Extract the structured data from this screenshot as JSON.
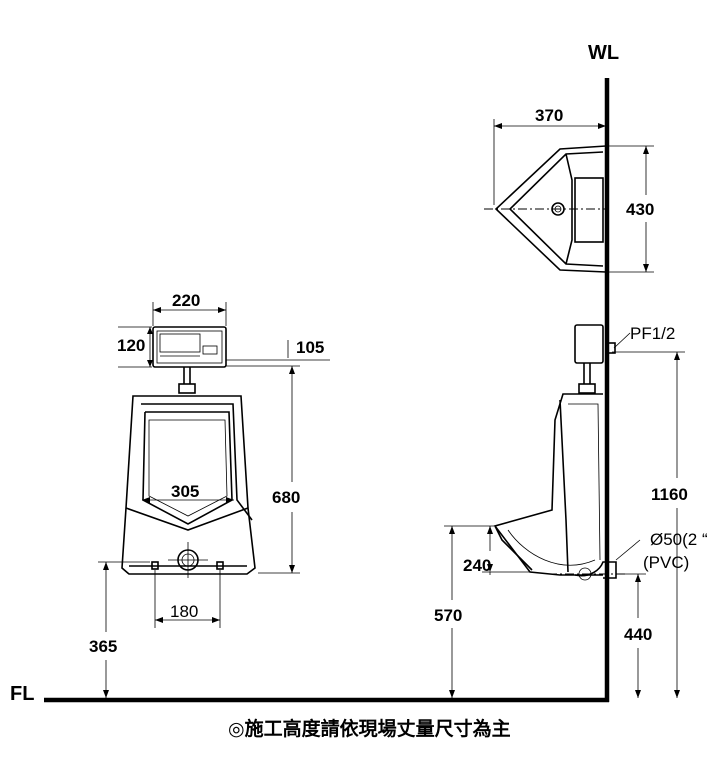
{
  "labels": {
    "wall": "WL",
    "floor": "FL",
    "note": "◎施工高度請依現場丈量尺寸為主",
    "pipe_fitting": "PF1/2",
    "drain_size": "Ø50(2 “",
    "drain_material": "(PVC)"
  },
  "dimensions": {
    "top_depth": "370",
    "top_width": "430",
    "sensor_width": "220",
    "sensor_height": "120",
    "offset": "105",
    "body_height": "680",
    "bowl_width": "305",
    "base_width": "180",
    "floor_to_bottom": "365",
    "supply_height": "1160",
    "lip_height": "240",
    "rim_height": "570",
    "drain_height": "440"
  }
}
